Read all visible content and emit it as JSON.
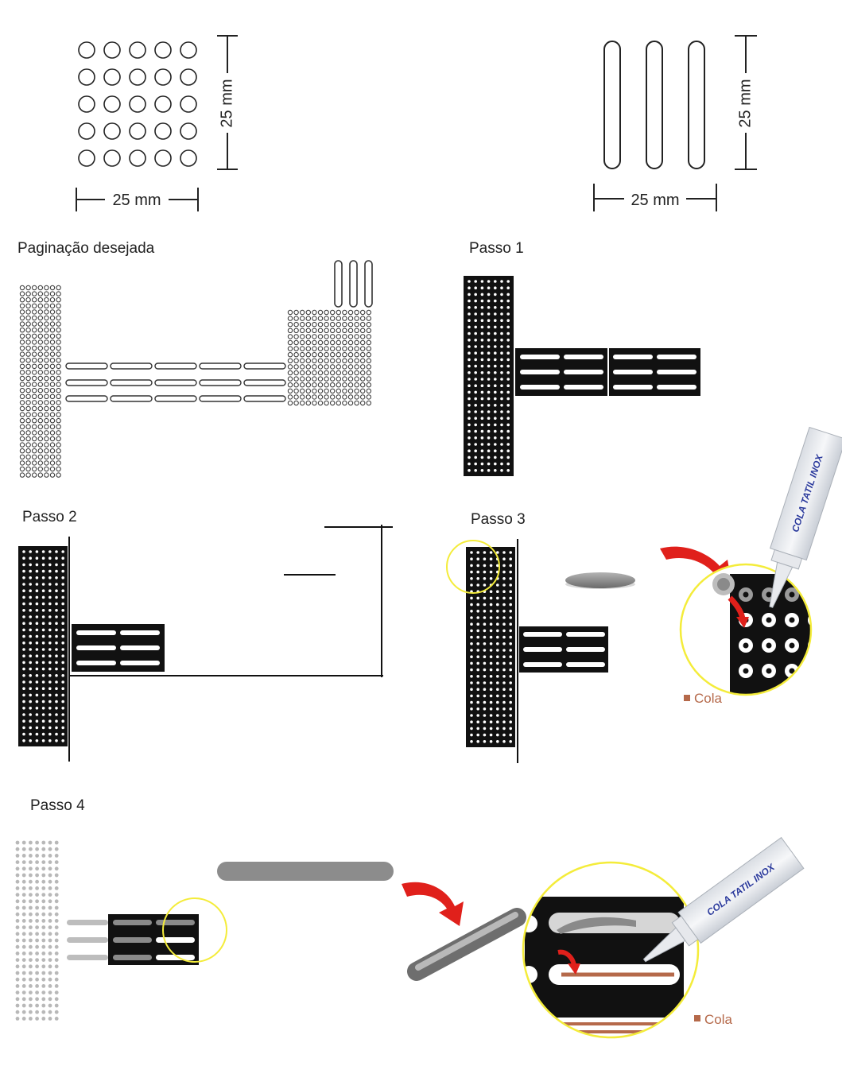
{
  "dimensions": {
    "dots_width": "25 mm",
    "dots_height": "25 mm",
    "bars_width": "25 mm",
    "bars_height": "25 mm"
  },
  "steps": {
    "desired": "Paginação desejada",
    "step1": "Passo 1",
    "step2": "Passo 2",
    "step3": "Passo 3",
    "step4": "Passo 4"
  },
  "glue": {
    "tube_label": "COLA TATIL INOX",
    "legend": "Cola"
  },
  "colors": {
    "tile": "#111111",
    "arrow": "#e0201b",
    "highlight": "#f4ec3a",
    "glue": "#b5694a",
    "tube_text": "#2b3a9c",
    "gray": "#8c8c8c"
  }
}
